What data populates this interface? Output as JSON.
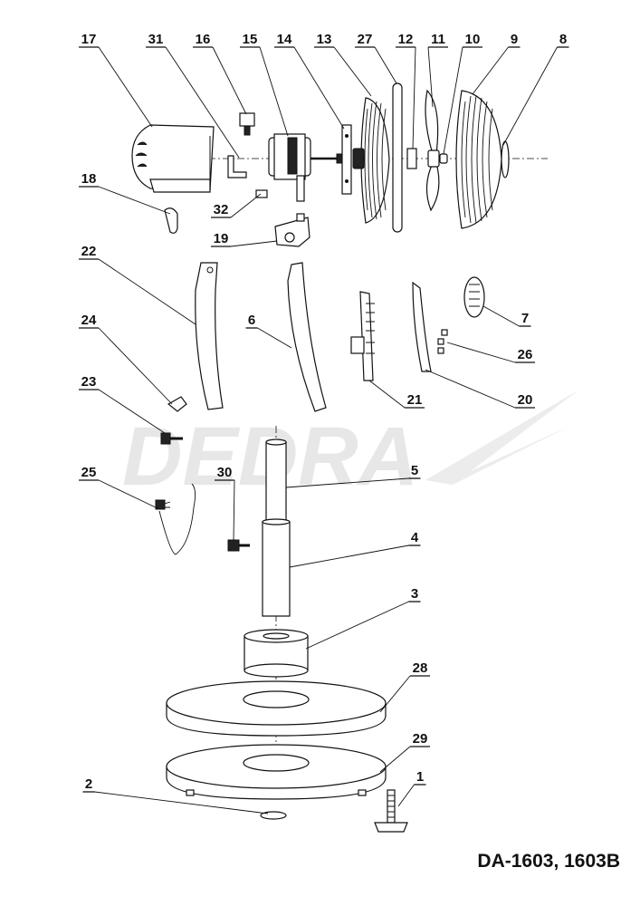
{
  "watermark": "DEDRA",
  "model": "DA-1603, 1603B",
  "parts": [
    {
      "id": "p17",
      "num": "17"
    },
    {
      "id": "p31",
      "num": "31"
    },
    {
      "id": "p16",
      "num": "16"
    },
    {
      "id": "p15",
      "num": "15"
    },
    {
      "id": "p14",
      "num": "14"
    },
    {
      "id": "p13",
      "num": "13"
    },
    {
      "id": "p27",
      "num": "27"
    },
    {
      "id": "p12",
      "num": "12"
    },
    {
      "id": "p11",
      "num": "11"
    },
    {
      "id": "p10",
      "num": "10"
    },
    {
      "id": "p9",
      "num": "9"
    },
    {
      "id": "p8",
      "num": "8"
    },
    {
      "id": "p18",
      "num": "18"
    },
    {
      "id": "p32",
      "num": "32"
    },
    {
      "id": "p19",
      "num": "19"
    },
    {
      "id": "p22",
      "num": "22"
    },
    {
      "id": "p6",
      "num": "6"
    },
    {
      "id": "p7",
      "num": "7"
    },
    {
      "id": "p24",
      "num": "24"
    },
    {
      "id": "p26",
      "num": "26"
    },
    {
      "id": "p23",
      "num": "23"
    },
    {
      "id": "p21",
      "num": "21"
    },
    {
      "id": "p20",
      "num": "20"
    },
    {
      "id": "p5",
      "num": "5"
    },
    {
      "id": "p25",
      "num": "25"
    },
    {
      "id": "p30",
      "num": "30"
    },
    {
      "id": "p4",
      "num": "4"
    },
    {
      "id": "p3",
      "num": "3"
    },
    {
      "id": "p28",
      "num": "28"
    },
    {
      "id": "p29",
      "num": "29"
    },
    {
      "id": "p2",
      "num": "2"
    },
    {
      "id": "p1",
      "num": "1"
    }
  ]
}
